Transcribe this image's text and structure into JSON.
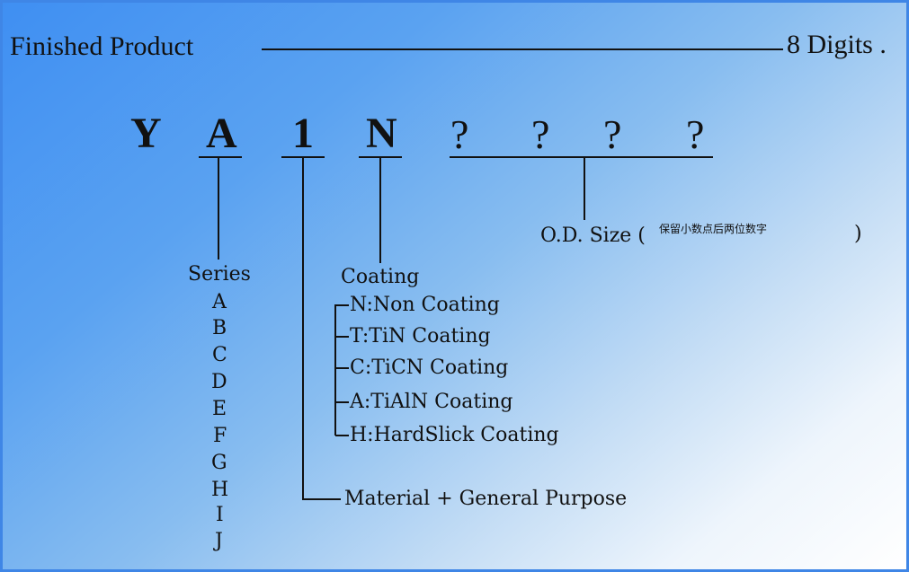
{
  "title": "Finished Product",
  "digits_label": "8 Digits .",
  "code": {
    "c1": "Y",
    "c2": "A",
    "c3": "1",
    "c4": "N",
    "q1": "?",
    "q2": "?",
    "q3": "?",
    "q4": "?"
  },
  "series": {
    "label": "Series",
    "items": [
      "A",
      "B",
      "C",
      "D",
      "E",
      "F",
      "G",
      "H",
      "I",
      "J"
    ]
  },
  "coating": {
    "label": "Coating",
    "items": [
      "N:Non Coating",
      "T:TiN Coating",
      "C:TiCN Coating",
      "A:TiAlN Coating",
      "H:HardSlick Coating"
    ]
  },
  "material": "Material + General Purpose",
  "od": {
    "label": "O.D. Size (",
    "note": "保留小数点后两位数字",
    "close": ")"
  }
}
